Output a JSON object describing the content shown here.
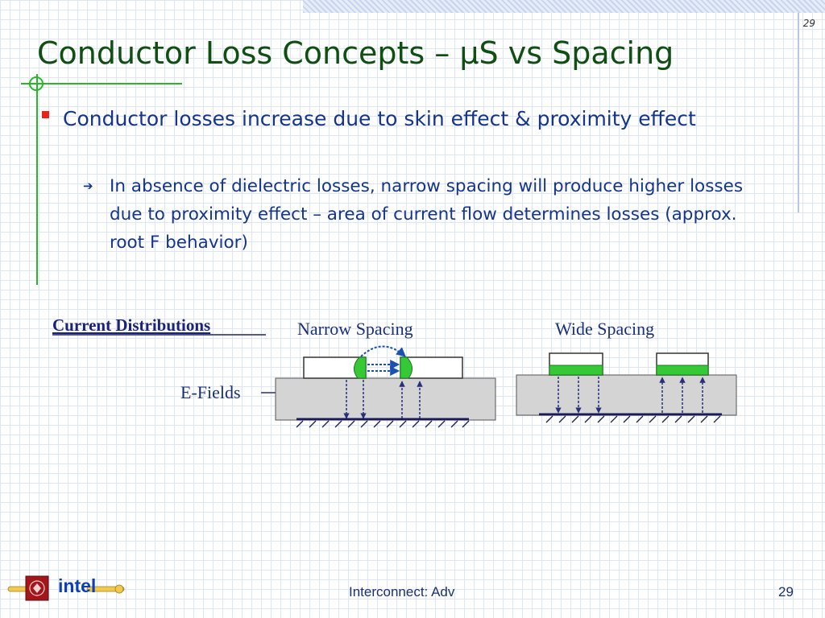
{
  "slide": {
    "page_corner": "29",
    "title": "Conductor Loss Concepts – μS vs Spacing",
    "bullets": [
      {
        "text": "Conductor losses increase due to skin effect & proximity effect",
        "sub_bullets": [
          "In absence of dielectric losses, narrow spacing will produce higher losses due to proximity effect – area of current flow determines  losses (approx. root F behavior)"
        ]
      }
    ]
  },
  "figure": {
    "heading": "Current Distributions",
    "narrow_label": "Narrow Spacing",
    "wide_label": "Wide Spacing",
    "efield_label": "E-Fields"
  },
  "footer": {
    "logo_text": "intel",
    "center": "Interconnect: Adv",
    "page_number": "29"
  },
  "colors": {
    "title": "#0f4f12",
    "body": "#14348e",
    "accent_green": "#2bb52b",
    "current_fill": "#35c935",
    "arrow": "#2a2f7a",
    "bullet": "#e8231a"
  },
  "icons": {
    "bullet1": "red-square-bullet",
    "bullet2": "arrow-bullet"
  }
}
